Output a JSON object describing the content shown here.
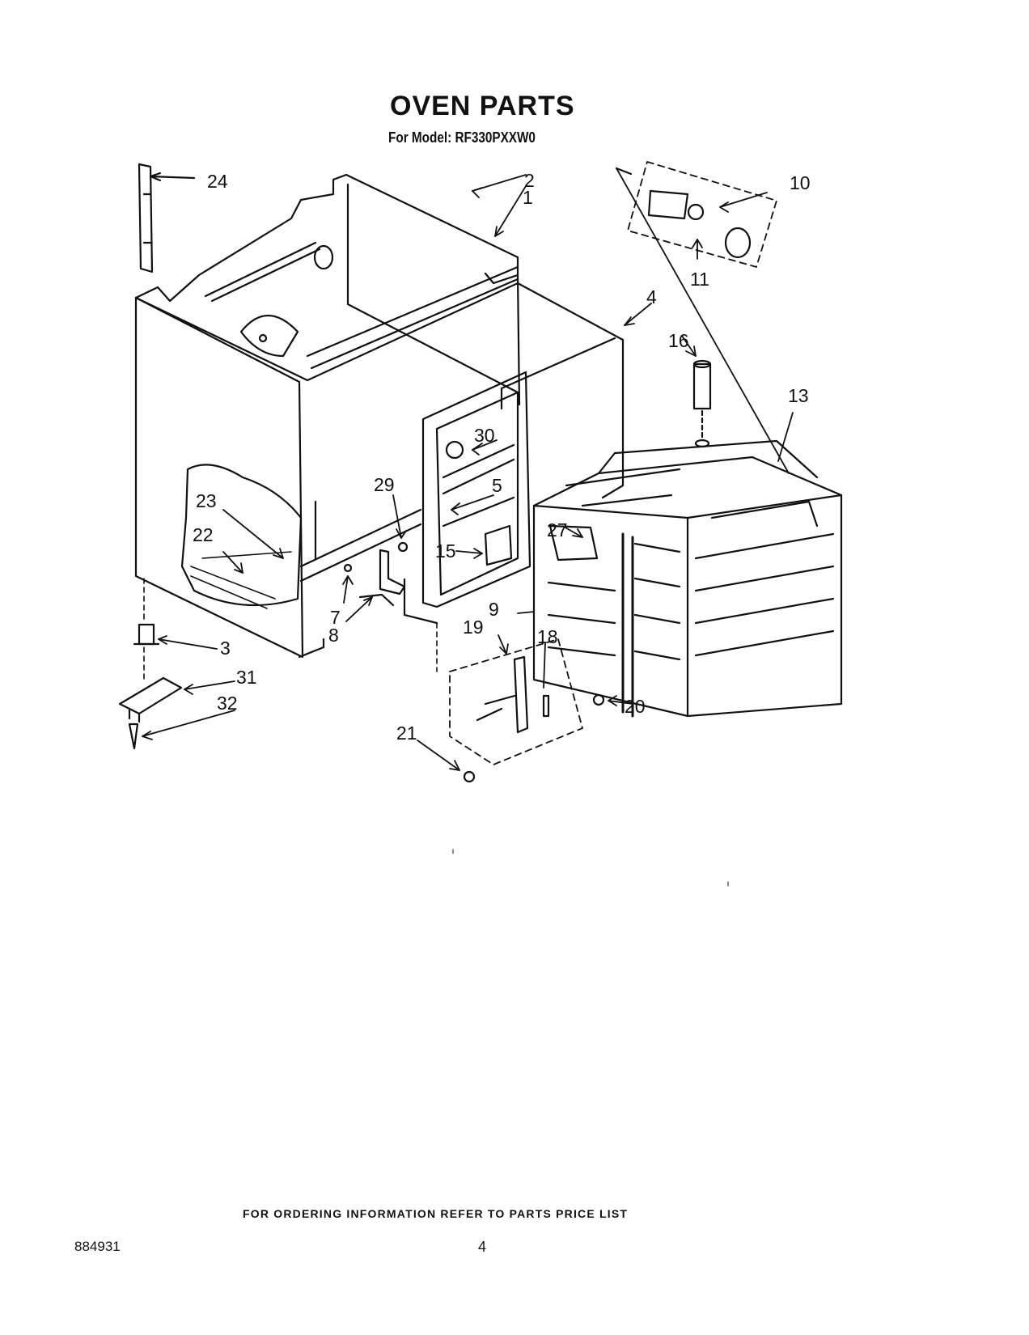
{
  "header": {
    "title": "OVEN PARTS",
    "subtitle": "For Model: RF330PXXW0"
  },
  "callouts": {
    "c1": "1",
    "c2": "2",
    "c3": "3",
    "c4": "4",
    "c5": "5",
    "c7": "7",
    "c8": "8",
    "c9": "9",
    "c10": "10",
    "c11": "11",
    "c13": "13",
    "c15": "15",
    "c16": "16",
    "c18": "18",
    "c19": "19",
    "c20": "20",
    "c21": "21",
    "c22": "22",
    "c23": "23",
    "c24": "24",
    "c27": "27",
    "c29": "29",
    "c30": "30",
    "c31": "31",
    "c32": "32"
  },
  "footer": {
    "ordering_note": "FOR ORDERING INFORMATION REFER TO PARTS PRICE LIST",
    "document_number": "884931",
    "page_number": "4"
  }
}
